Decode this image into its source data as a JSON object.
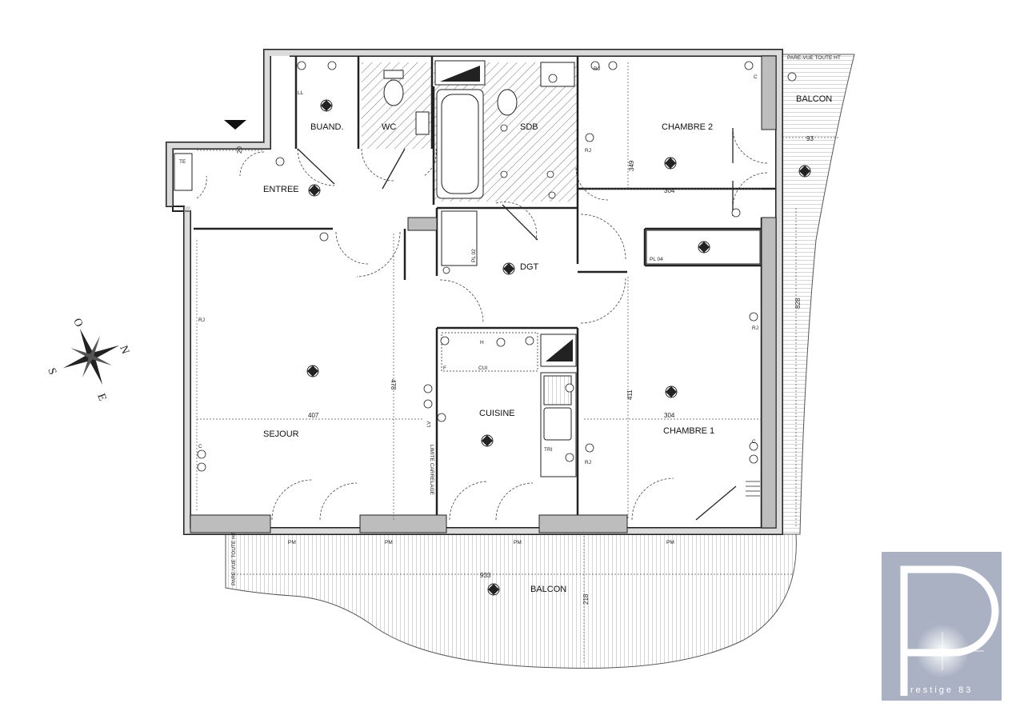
{
  "rooms": {
    "buanderie": "BUAND.",
    "wc": "WC",
    "sdb": "SDB",
    "chambre2": "CHAMBRE 2",
    "entree": "ENTREE",
    "dgt": "DGT",
    "sejour": "SEJOUR",
    "cuisine": "CUISINE",
    "chambre1": "CHAMBRE 1",
    "balcon_south": "BALCON",
    "balcon_east": "BALCON"
  },
  "dimensions": {
    "ch2_width": "304",
    "ch2_depth": "349",
    "balcon_east_width": "93",
    "balcon_east_length": "828",
    "sejour_width": "407",
    "sejour_depth": "478",
    "ch1_width": "304",
    "ch1_depth": "411",
    "balcon_south_width": "933",
    "balcon_south_depth": "218",
    "entree_small": "20"
  },
  "annotations": {
    "pare_vue_east": "PARE-VUE TOUTE HT",
    "pare_vue_west": "PARE-VUE TOUTE HT",
    "limite_carrelage": "LIMITE CARRELAGE",
    "placard_2": "PL 02",
    "placard_4": "PL 04",
    "rj": "RJ",
    "ll": "LL",
    "te": "TE",
    "cui": "CUI",
    "tri": "TRI",
    "f": "F",
    "h": "H",
    "c": "C",
    "pm": "PM",
    "lv": "LV"
  },
  "compass": {
    "n": "N",
    "s": "S",
    "e": "E",
    "o": "O"
  },
  "logo": {
    "text": "restige 83"
  },
  "colors": {
    "wall": "#222222",
    "wet_hatch": "#777777",
    "logo_bg": "#a9b1c2"
  }
}
